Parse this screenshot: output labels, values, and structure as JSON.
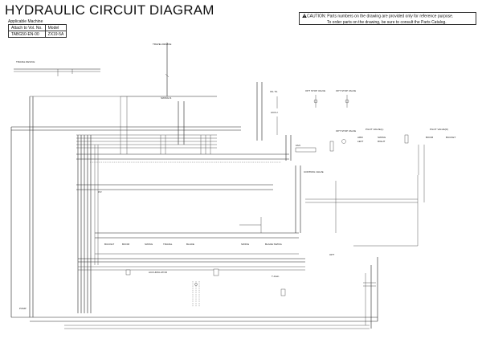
{
  "title": "HYDRAULIC CIRCUIT DIAGRAM",
  "applicable_machine": {
    "label": "Applicable Machine",
    "headers": [
      "Attach to Vol. No.",
      "Model"
    ],
    "row": [
      "TABG50-EN-00",
      "ZX19-5A"
    ]
  },
  "caution": {
    "icon": "warning-triangle-icon",
    "line1": "CAUTION: Parts numbers on the drawing are provided only for reference purpose.",
    "line2": "To order parts on the drawing, be sure to consult the Parts Catalog."
  },
  "component_labels": {
    "travel_device_left": "TRAVEL DEVICE",
    "travel_device_right": "TRAVEL DEVICE",
    "swing_device": "SWING D.",
    "oil_tank": "OIL TA.",
    "accumulator": "ACCU.",
    "fan": "FAN",
    "opt_stop_valve_1": "OPT STOP VALVE",
    "opt_stop_valve_2": "OPT STOP VALVE",
    "opt_stop_valve_3": "OPT STOP VALVE",
    "pilot_valve_left": "PILOT VALVE(L)",
    "pilot_valve_right": "PILOT VALVE(R)",
    "control_valve": "CONTROL VALVE",
    "arm": "ARM",
    "swing": "SWING",
    "left": "LEFT",
    "right": "RIGHT",
    "boom": "BOOM",
    "bucket": "BUCKET",
    "travel": "TRAVEL",
    "bucket_sec": "BUCKET",
    "boom_sec": "BOOM",
    "swing_sec": "SWING",
    "travel_sec": "TRAVEL",
    "blade_sec": "BLADE",
    "swing_boom": "SWING",
    "blade_swing": "BLADE SWING",
    "accumulator_sec": "ACCUMULATOR",
    "pump": "PUMP",
    "pilot_pump": "P.P.",
    "t_drain": "T drain",
    "opt": "OPT"
  }
}
